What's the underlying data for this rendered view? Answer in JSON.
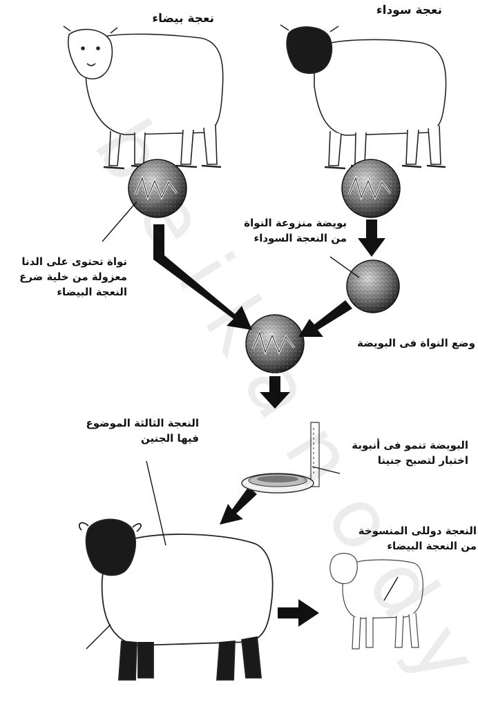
{
  "labels": {
    "white_sheep": "نعجة بيضاء",
    "black_sheep": "نعجة سوداء",
    "enucleated_egg": "بويضة منزوعة النواة\nمن النعجة السوداء",
    "nucleus_source": "نواة تحتوى على الدنا\nمعزولة من خلية ضرع\nالنعجة البيضاء",
    "fusion": "وضع النواة فى البويضة",
    "third_sheep": "النعجة الثالثة الموضوع\nفيها الجنين",
    "test_tube": "البويضة تنمو فى أنبوبة\nاختبار لتصبح جنينا",
    "dolly": "النعجة دوللى المنسوخة\nمن النعجة البيضاء"
  },
  "watermark": "beikanody",
  "colors": {
    "ink": "#111111",
    "wool": "#ffffff",
    "face": "#1a1a1a"
  }
}
